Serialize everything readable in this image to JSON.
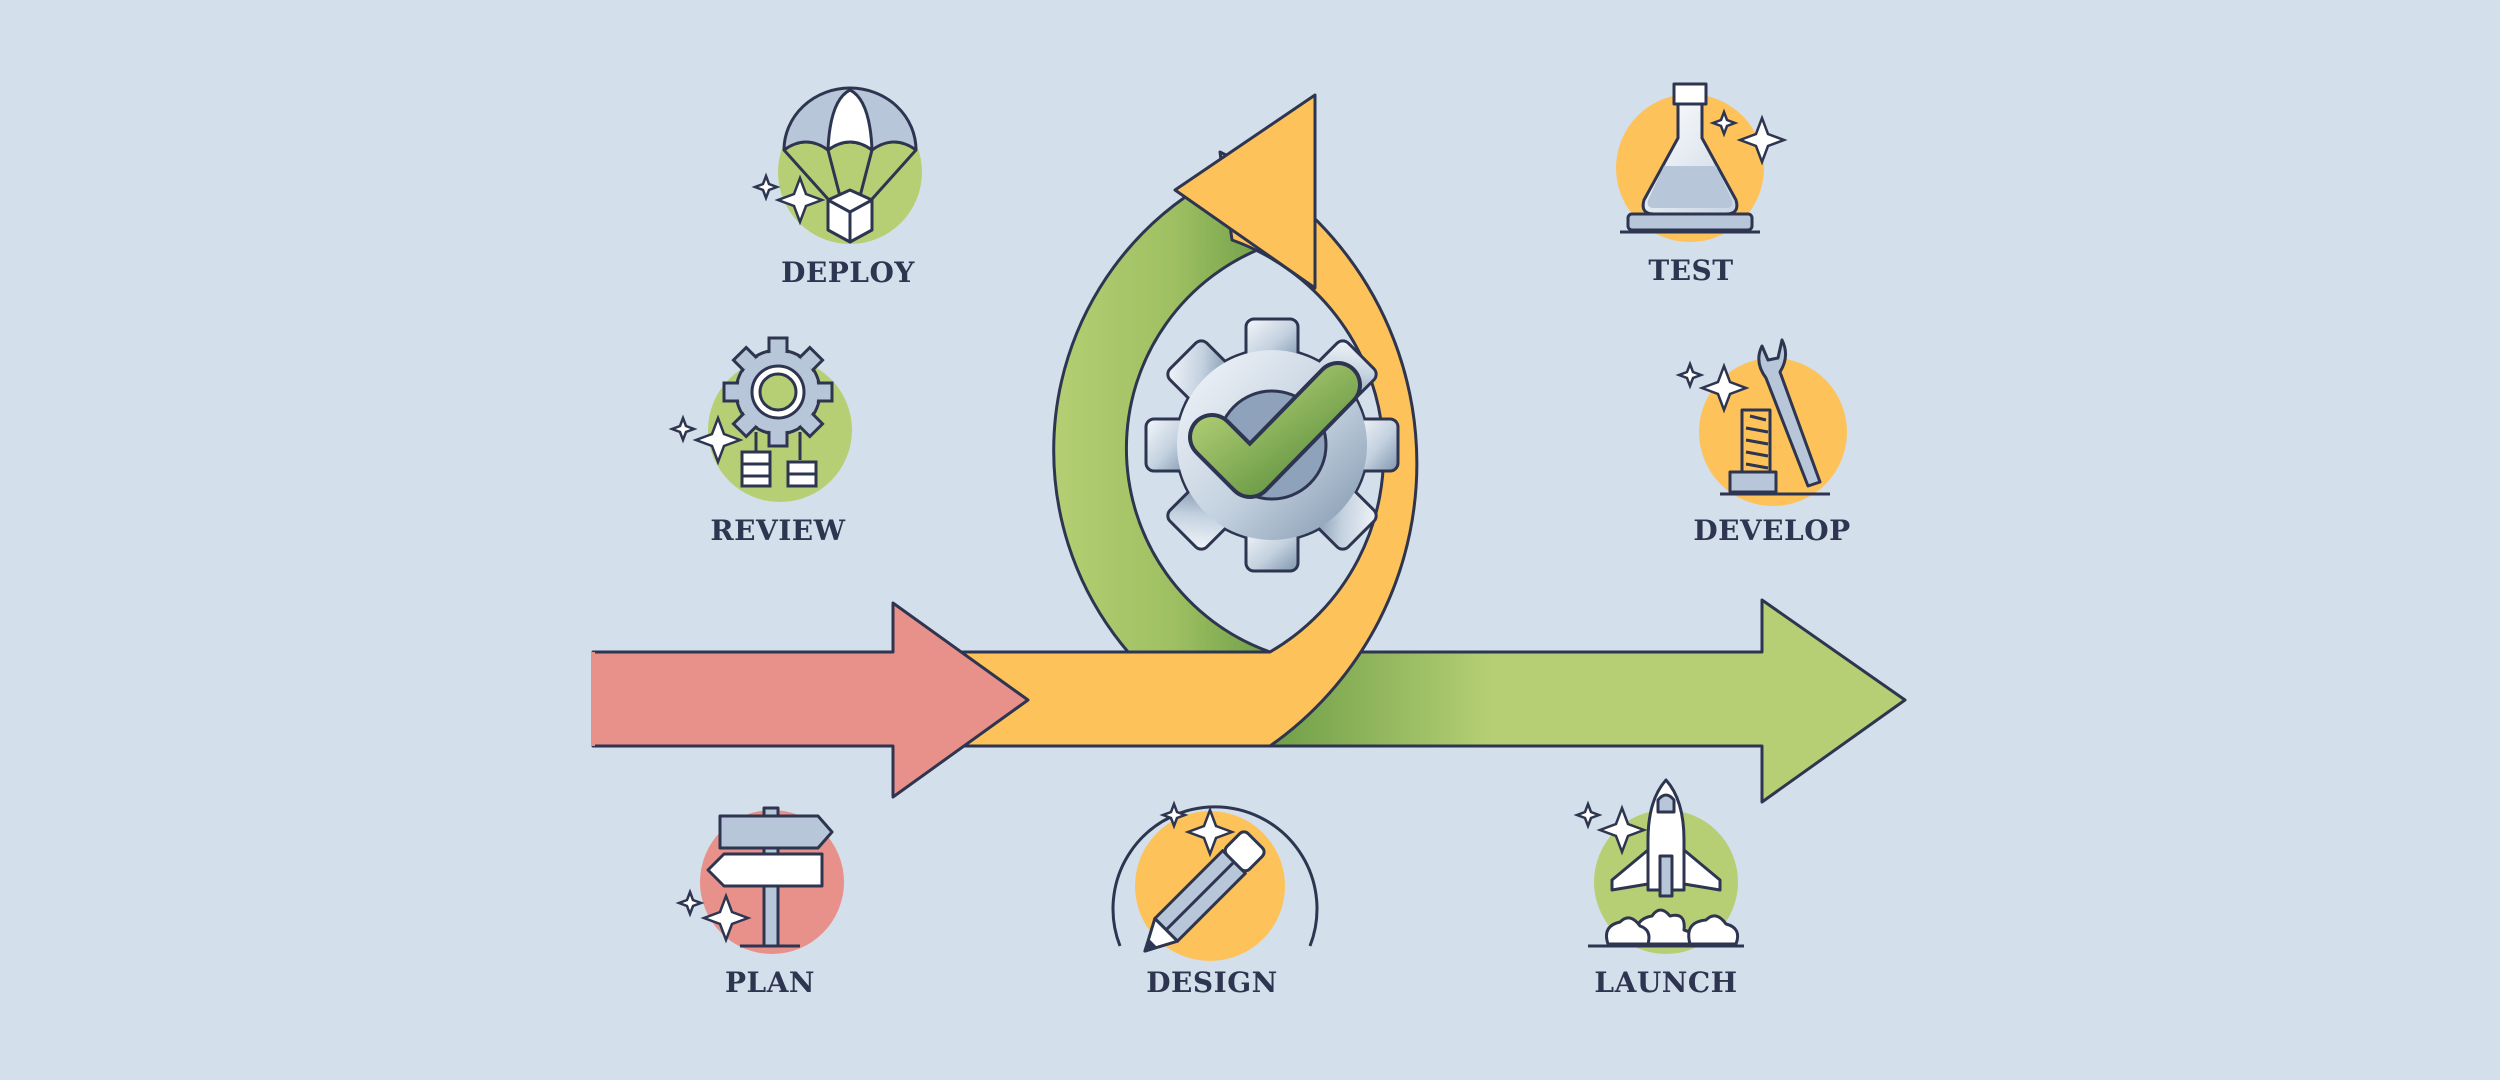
{
  "diagram": {
    "stages": [
      {
        "id": "plan",
        "label": "PLAN",
        "icon": "signpost-icon",
        "accent": "#e8908a"
      },
      {
        "id": "design",
        "label": "DESIGN",
        "icon": "pencil-icon",
        "accent": "#fdc35a"
      },
      {
        "id": "launch",
        "label": "LAUNCH",
        "icon": "rocket-icon",
        "accent": "#b6cf74"
      },
      {
        "id": "develop",
        "label": "DEVELOP",
        "icon": "wrench-spring-icon",
        "accent": "#fdc35a"
      },
      {
        "id": "test",
        "label": "TEST",
        "icon": "flask-icon",
        "accent": "#fdc35a"
      },
      {
        "id": "deploy",
        "label": "DEPLOY",
        "icon": "parachute-icon",
        "accent": "#b6cf74"
      },
      {
        "id": "review",
        "label": "REVIEW",
        "icon": "gear-database-icon",
        "accent": "#b6cf74"
      }
    ],
    "center_icon": "gear-checkmark-icon",
    "colors": {
      "background": "#d3dfea",
      "red": "#e8908a",
      "yellow": "#fdc35a",
      "green": "#b6cf74",
      "dark_green": "#6fa047",
      "outline": "#2e3550",
      "steel": "#a9bccf"
    }
  }
}
